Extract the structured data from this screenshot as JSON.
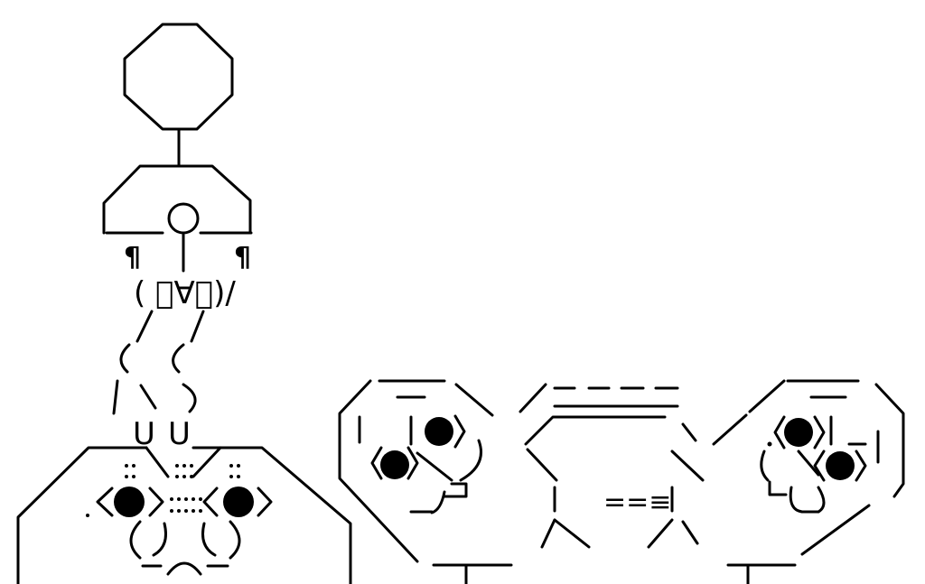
{
  "art": {
    "pilcrow_left": "¶",
    "pilcrow_right": "¶",
    "face_glyph": "( ﾟ∀ﾟ)/",
    "foot_left": "U",
    "foot_right": "U",
    "speed_mark": "==≡"
  },
  "colors": {
    "ink": "#000000",
    "background": "#ffffff"
  }
}
